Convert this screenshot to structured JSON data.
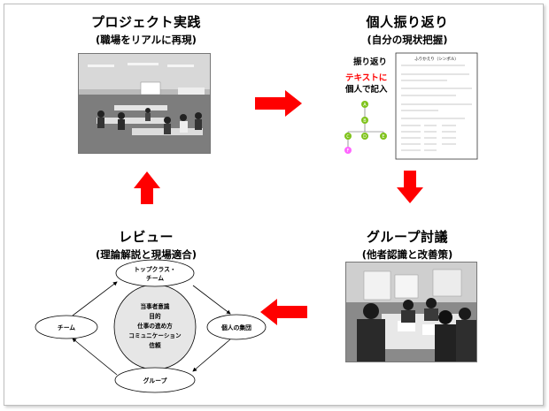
{
  "quadrants": {
    "project": {
      "title": "プロジェクト実践",
      "subtitle": "(職場をリアルに再現)"
    },
    "reflection": {
      "title": "個人振り返り",
      "subtitle": "(自分の現状把握)"
    },
    "group": {
      "title": "グループ討議",
      "subtitle": "(他者認識と改善策)"
    },
    "review": {
      "title": "レビュー",
      "subtitle": "(理論解説と現場適合)"
    }
  },
  "worksheet": {
    "left_title": "振り返り",
    "red_text": "テキストに",
    "black_text": "個人で記入",
    "tree_nodes": [
      "A",
      "B",
      "C",
      "D",
      "E",
      "F"
    ],
    "sheet_header": "ふりかえり（シンポル）"
  },
  "review_diagram": {
    "top_node": [
      "トップクラス・",
      "チーム"
    ],
    "left_node": "チーム",
    "right_node": "個人の集団",
    "bottom_node": "グループ",
    "center_lines": [
      "当事者意識",
      "目的",
      "仕事の進め方",
      "コミュニケーション",
      "信頼"
    ]
  },
  "colors": {
    "arrow": "#ff0000",
    "tree_green": "#7fc31c",
    "tree_pink": "#ff66ff",
    "center_fill": "#e6e6e6"
  }
}
